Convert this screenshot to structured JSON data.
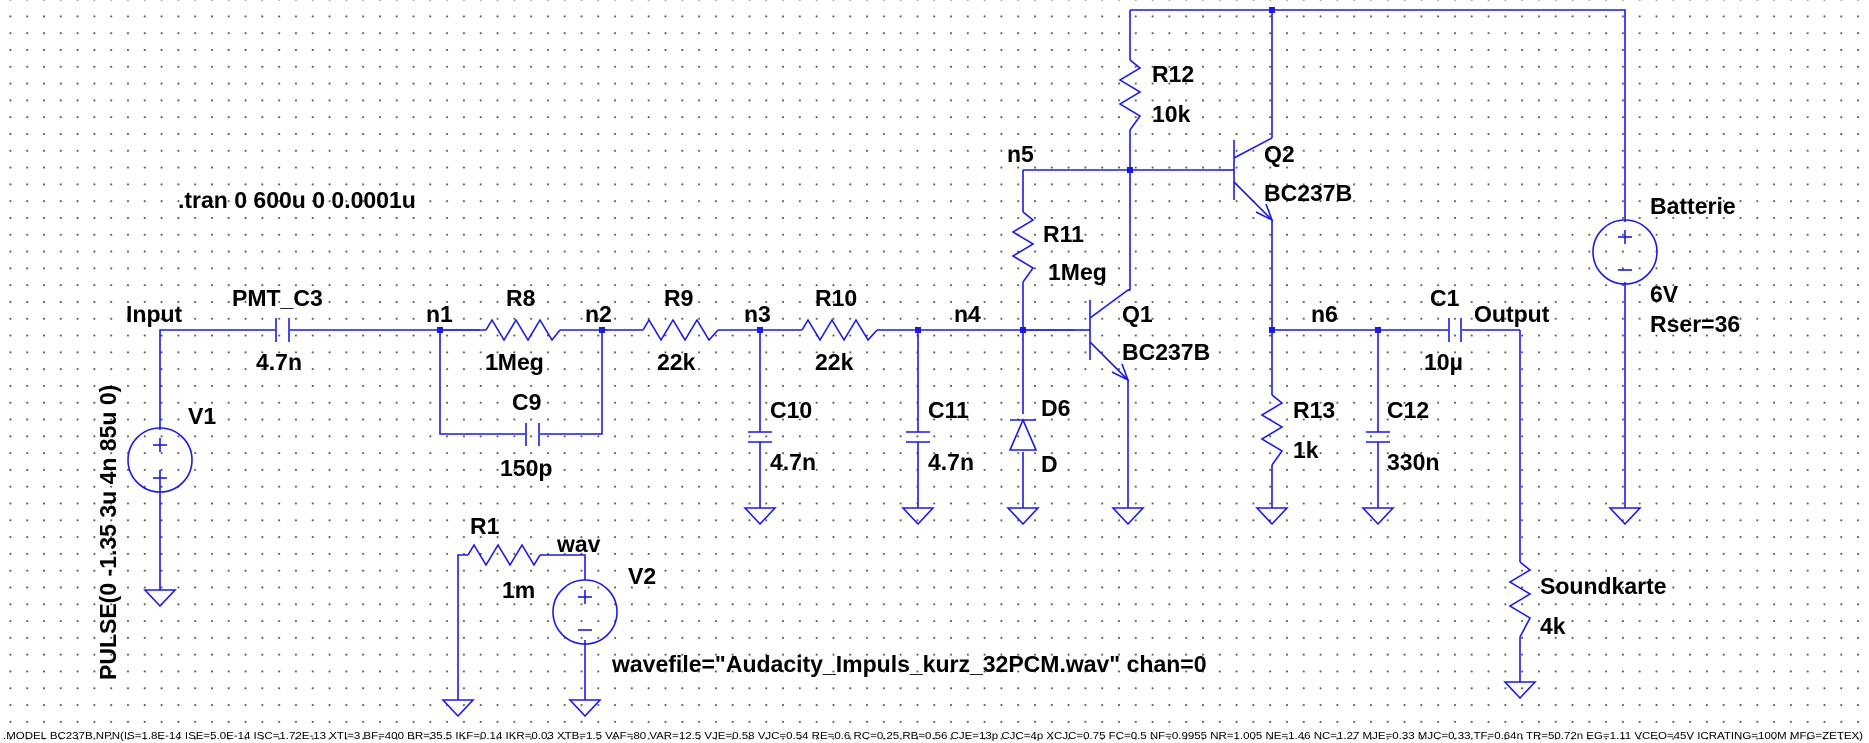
{
  "directive": ".tran 0 600u 0 0.0001u",
  "model_line": ".MODEL BC237B NPN(IS=1.8E-14 ISE=5.0E-14 ISC=1.72E-13 XTI=3 BF=400 BR=35.5 IKF=0.14 IKR=0.03 XTB=1.5 VAF=80 VAR=12.5 VJE=0.58 VJC=0.54 RE=0.6 RC=0.25 RB=0.56 CJE=13p CJC=4p XCJC=0.75 FC=0.5 NF=0.9955 NR=1.005 NE=1.46 NC=1.27 MJE=0.33 MJC=0.33 TF=0.64n TR=50.72n EG=1.11 VCEO=45V ICRATING=100M MFG=ZETEX)",
  "nets": {
    "input": "Input",
    "n1": "n1",
    "n2": "n2",
    "n3": "n3",
    "n4": "n4",
    "n5": "n5",
    "n6": "n6",
    "output": "Output",
    "wav": "wav"
  },
  "components": {
    "c3": {
      "name": "PMT_C3",
      "value": "4.7n"
    },
    "r8": {
      "name": "R8",
      "value": "1Meg"
    },
    "c9": {
      "name": "C9",
      "value": "150p"
    },
    "r9": {
      "name": "R9",
      "value": "22k"
    },
    "r10": {
      "name": "R10",
      "value": "22k"
    },
    "c10": {
      "name": "C10",
      "value": "4.7n"
    },
    "c11": {
      "name": "C11",
      "value": "4.7n"
    },
    "r11": {
      "name": "R11",
      "value": "1Meg"
    },
    "r12": {
      "name": "R12",
      "value": "10k"
    },
    "d6": {
      "name": "D6",
      "value": "D"
    },
    "q1": {
      "name": "Q1",
      "value": "BC237B"
    },
    "q2": {
      "name": "Q2",
      "value": "BC237B"
    },
    "r13": {
      "name": "R13",
      "value": "1k"
    },
    "c12": {
      "name": "C12",
      "value": "330n"
    },
    "c1": {
      "name": "C1",
      "value": "10µ"
    },
    "soundkarte": {
      "name": "Soundkarte",
      "value": "4k"
    },
    "batterie": {
      "name": "Batterie",
      "value": "6V",
      "extra": "Rser=36"
    },
    "v1": {
      "name": "V1",
      "value": "PULSE(0 -1.35 3u 4n 85u 0)"
    },
    "r1": {
      "name": "R1",
      "value": "1m"
    },
    "v2": {
      "name": "V2",
      "value": "wavefile=\"Audacity_Impuls_kurz_32PCM.wav\" chan=0"
    }
  }
}
